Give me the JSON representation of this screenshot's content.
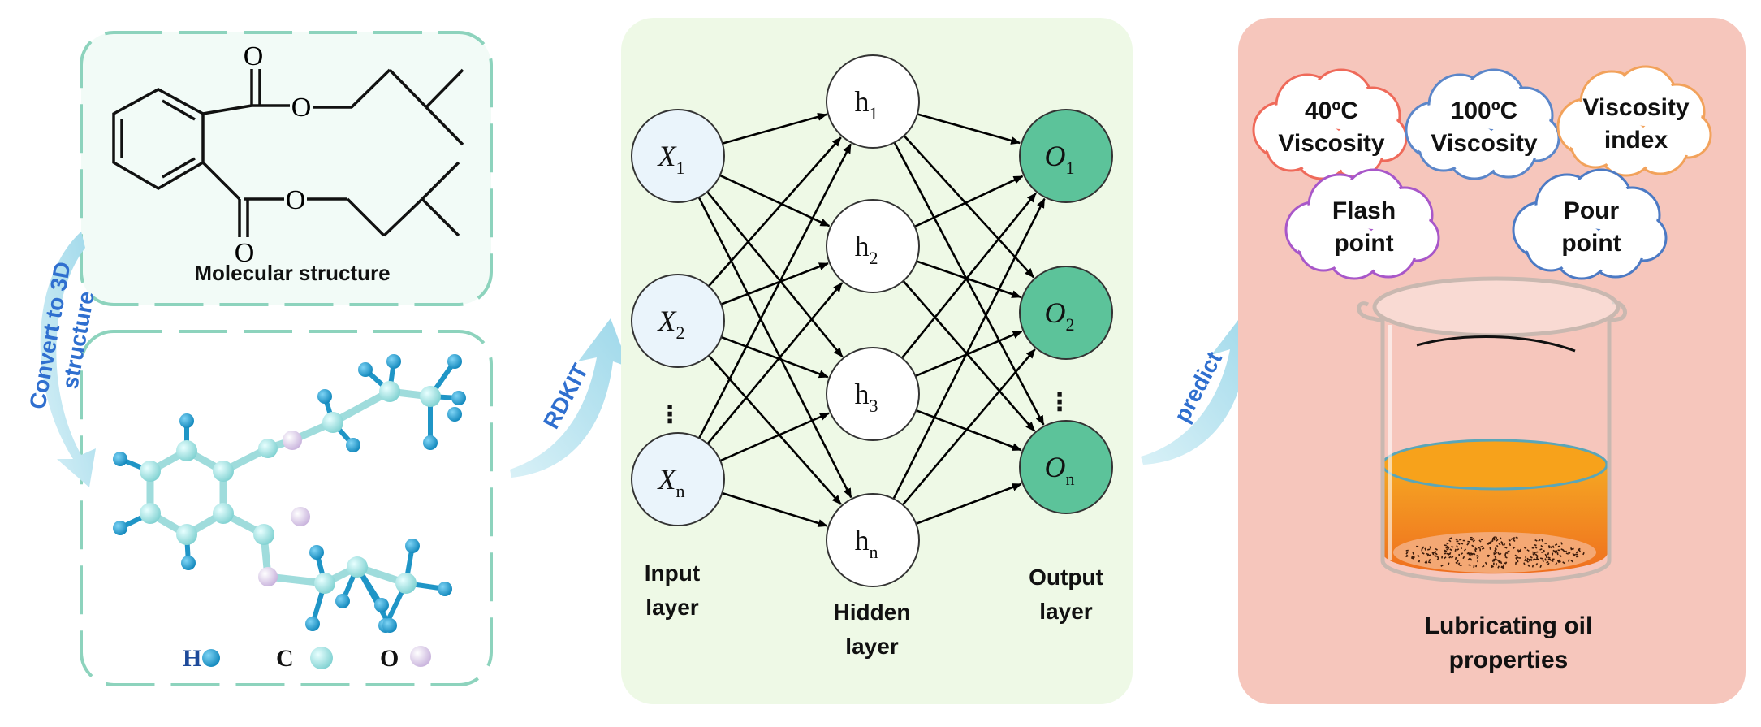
{
  "molecule": {
    "structure_label": "Molecular structure",
    "atom_O": "O",
    "legend": [
      {
        "symbol": "H",
        "color": "#1a9ccc"
      },
      {
        "symbol": "C",
        "color": "#a8e6e6"
      },
      {
        "symbol": "O",
        "color": "#d9c8e6"
      }
    ]
  },
  "arrows": {
    "convert_line1": "Convert to 3D",
    "convert_line2": "structure",
    "rdkit": "RDKIT",
    "predict": "predict"
  },
  "network": {
    "inputs": [
      {
        "base": "X",
        "sub": "1"
      },
      {
        "base": "X",
        "sub": "2"
      },
      {
        "base": "X",
        "sub": "n"
      }
    ],
    "hidden": [
      {
        "base": "h",
        "sub": "1"
      },
      {
        "base": "h",
        "sub": "2"
      },
      {
        "base": "h",
        "sub": "3"
      },
      {
        "base": "h",
        "sub": "n"
      }
    ],
    "outputs": [
      {
        "base": "O",
        "sub": "1"
      },
      {
        "base": "O",
        "sub": "2"
      },
      {
        "base": "O",
        "sub": "n"
      }
    ],
    "ellipsis": "⋮",
    "input_label": [
      "Input",
      "layer"
    ],
    "hidden_label": [
      "Hidden",
      "layer"
    ],
    "output_label": [
      "Output",
      "layer"
    ],
    "colors": {
      "input_fill": "#eaf4fb",
      "hidden_fill": "#ffffff",
      "output_fill": "#5cc39a",
      "panel": "#eef9e6"
    }
  },
  "properties": {
    "clouds": [
      {
        "lines": [
          "40ºC",
          "Viscosity"
        ],
        "stroke": "#ef6a5a"
      },
      {
        "lines": [
          "100ºC",
          "Viscosity"
        ],
        "stroke": "#5b86c9"
      },
      {
        "lines": [
          "Viscosity",
          "index"
        ],
        "stroke": "#f2a25b"
      },
      {
        "lines": [
          "Flash",
          "point"
        ],
        "stroke": "#a857c9"
      },
      {
        "lines": [
          "Pour",
          "point"
        ],
        "stroke": "#4c7ac4"
      }
    ],
    "title": [
      "Lubricating oil",
      "properties"
    ],
    "colors": {
      "panel": "#f6c6bc",
      "oil_top": "#f7a21b",
      "oil_body": "#ef7a21"
    }
  }
}
